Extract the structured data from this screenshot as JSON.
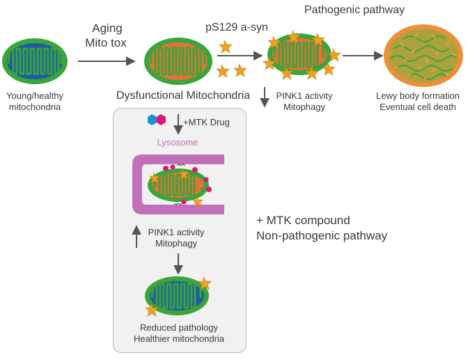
{
  "labels": {
    "pathogenic_pathway": "Pathogenic pathway",
    "aging": "Aging",
    "mito_tox": "Mito tox",
    "ps129": "pS129 a-syn",
    "young_healthy_1": "Young/healthy",
    "young_healthy_2": "mitochondria",
    "dysfunctional": "Dysfunctional Mitochondria",
    "pink1_top": "PINK1 activity",
    "mitophagy_top": "Mitophagy",
    "lewy_1": "Lewy body formation",
    "lewy_2": "Eventual cell death",
    "mtk_drug": "+MTK Drug",
    "lysosome": "Lysosome",
    "pink1_panel": "PINK1 activity",
    "mitophagy_panel": "Mitophagy",
    "reduced_1": "Reduced pathology",
    "reduced_2": "Healthier mitochondria",
    "mtk_compound": "+ MTK compound",
    "non_pathogenic": "Non-pathogenic pathway"
  },
  "colors": {
    "mito_outer": "#3aa53a",
    "mito_inner_healthy": "#1f5aa8",
    "mito_inner_dysfunctional": "#e8703a",
    "asyn": "#f0a020",
    "lysosome": "#c070b8",
    "drug_blue": "#1e8fd0",
    "drug_magenta": "#e0157a",
    "arrow": "#555555",
    "panel_bg": "#f1f1f1"
  },
  "icons": [
    "mitochondrion-icon",
    "alpha-synuclein-icon",
    "lewy-body-icon",
    "lysosome-icon",
    "mtk-drug-molecule-icon",
    "arrow-icon"
  ]
}
